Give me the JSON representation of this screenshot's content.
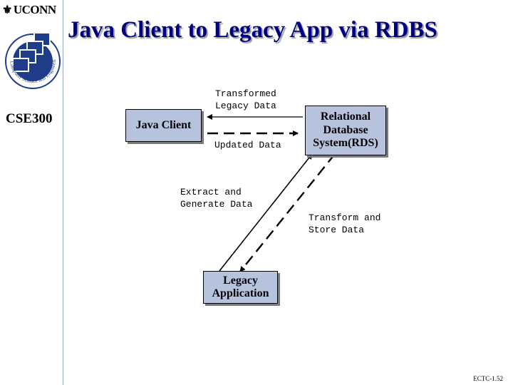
{
  "header": {
    "brand": "UCONN",
    "course": "CSE300",
    "title": "Java Client to Legacy App via RDBS"
  },
  "logo": {
    "ring_text": "Computer Science and Engineering",
    "icon": "stacked-windows-icon"
  },
  "diagram": {
    "nodes": {
      "java_client": "Java Client",
      "rds": "Relational Database System(RDS)",
      "legacy": "Legacy Application"
    },
    "edges": {
      "transformed": "Transformed\nLegacy Data",
      "updated": "Updated Data",
      "extract": "Extract and\nGenerate Data",
      "transform_store": "Transform and\nStore Data"
    }
  },
  "footer": {
    "page_id": "ECTC-1.52"
  },
  "colors": {
    "title": "#000080",
    "box_fill": "#b7c3dd",
    "logo_blue": "#1f3c88"
  }
}
